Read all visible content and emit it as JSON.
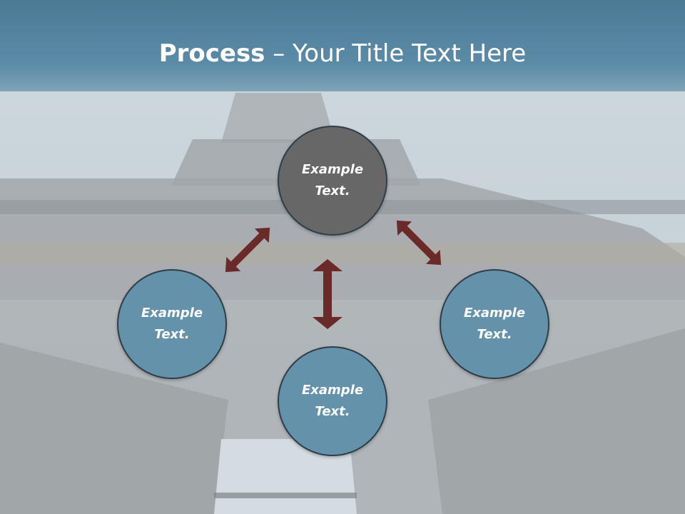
{
  "title": {
    "bold": "Process",
    "rest": " – Your Title Text Here"
  },
  "nodes": {
    "top": {
      "line1": "Example",
      "line2": "Text."
    },
    "left": {
      "line1": "Example",
      "line2": "Text."
    },
    "right": {
      "line1": "Example",
      "line2": "Text."
    },
    "bottom": {
      "line1": "Example",
      "line2": "Text."
    }
  },
  "colors": {
    "title_bar": "#5b8ba6",
    "center_node": "#676767",
    "outer_node": "#6492ab",
    "arrow": "#6b2a2a"
  }
}
